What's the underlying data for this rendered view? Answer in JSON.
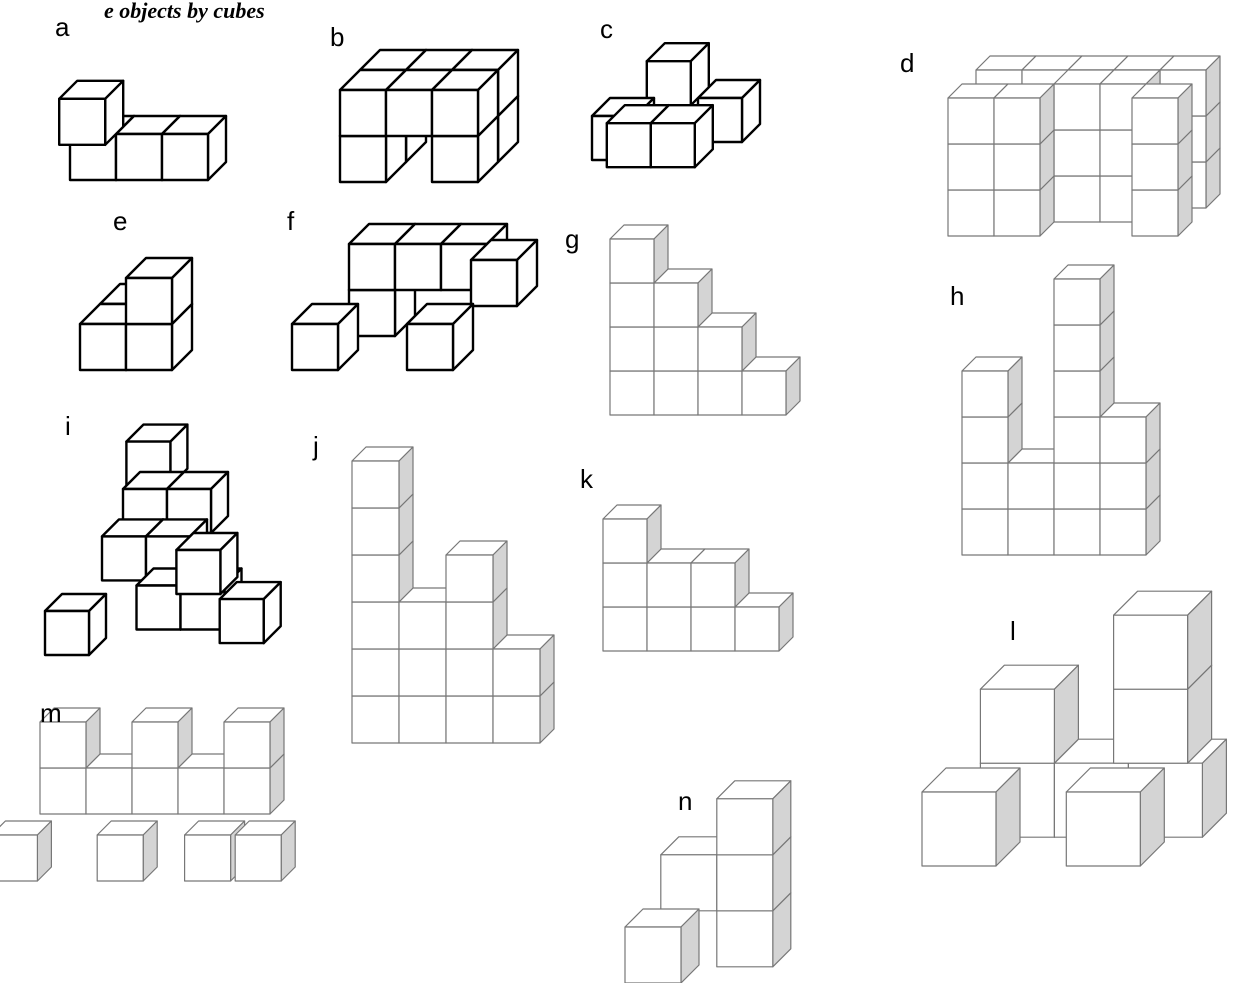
{
  "banner_text": "e objects by cubes",
  "figures": [
    {
      "id": "a",
      "label": "a"
    },
    {
      "id": "b",
      "label": "b"
    },
    {
      "id": "c",
      "label": "c"
    },
    {
      "id": "d",
      "label": "d"
    },
    {
      "id": "e",
      "label": "e"
    },
    {
      "id": "f",
      "label": "f"
    },
    {
      "id": "g",
      "label": "g"
    },
    {
      "id": "h",
      "label": "h"
    },
    {
      "id": "i",
      "label": "i"
    },
    {
      "id": "j",
      "label": "j"
    },
    {
      "id": "k",
      "label": "k"
    },
    {
      "id": "l",
      "label": "l"
    },
    {
      "id": "m",
      "label": "m"
    },
    {
      "id": "n",
      "label": "n"
    }
  ],
  "colors": {
    "cube_face": "#ffffff",
    "cube_side": "#d4d4d4",
    "outline_thin": "#777777",
    "outline_bold": "#000000"
  }
}
